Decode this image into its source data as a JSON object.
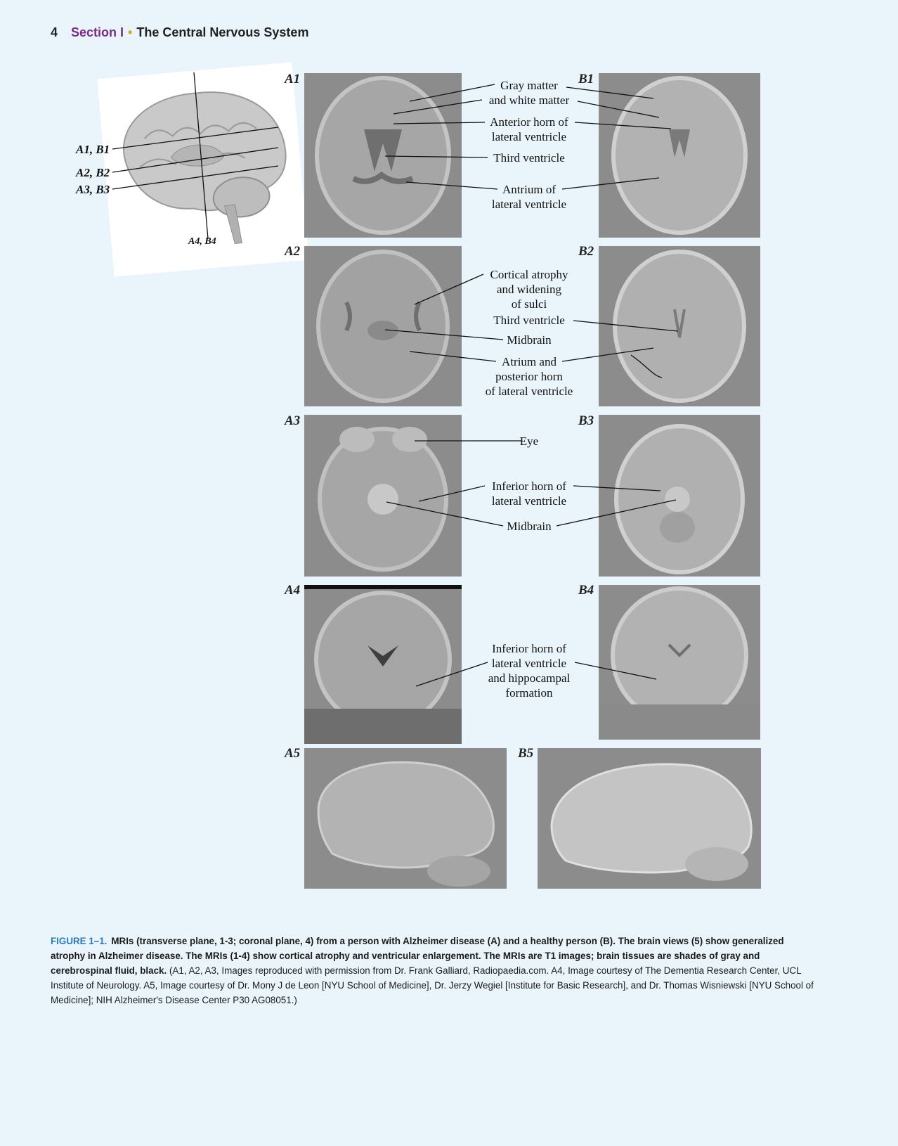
{
  "header": {
    "page_number": "4",
    "section": "Section I",
    "separator": "•",
    "chapter_title": "The Central Nervous System"
  },
  "inset": {
    "labels": [
      "A1, B1",
      "A2, B2",
      "A3, B3"
    ],
    "bottom_label": "A4, B4"
  },
  "panel_labels": {
    "A1": "A1",
    "B1": "B1",
    "A2": "A2",
    "B2": "B2",
    "A3": "A3",
    "B3": "B3",
    "A4": "A4",
    "B4": "B4",
    "A5": "A5",
    "B5": "B5"
  },
  "annotations": {
    "gray_white": [
      "Gray matter",
      "and white matter"
    ],
    "anterior_horn": [
      "Anterior horn of",
      "lateral ventricle"
    ],
    "third_ventricle_1": "Third ventricle",
    "antrium": [
      "Antrium of",
      "lateral ventricle"
    ],
    "cortical_atrophy": [
      "Cortical atrophy",
      "and widening",
      "of sulci"
    ],
    "third_ventricle_2": "Third ventricle",
    "midbrain_1": "Midbrain",
    "atrium_posterior": [
      "Atrium and",
      "posterior horn",
      "of lateral ventricle"
    ],
    "eye": "Eye",
    "inferior_horn": [
      "Inferior horn of",
      "lateral ventricle"
    ],
    "midbrain_2": "Midbrain",
    "inferior_horn_hippo": [
      "Inferior horn of",
      "lateral ventricle",
      "and hippocampal",
      "formation"
    ]
  },
  "caption": {
    "figure_label": "FIGURE 1–1.",
    "bold_text": "MRIs (transverse plane, 1-3; coronal plane, 4) from a person with Alzheimer disease (A) and a healthy person (B). The brain views (5) show generalized atrophy in Alzheimer disease. The MRIs (1-4) show cortical atrophy and ventricular enlargement. The MRIs are T1 images; brain tissues are shades of gray and cerebrospinal fluid, black.",
    "credit_text": "(A1, A2, A3, Images reproduced with permission from Dr. Frank Galliard, Radiopaedia.com. A4, Image courtesy of The Dementia Research Center, UCL Institute of Neurology. A5, Image courtesy of Dr. Mony J de Leon [NYU School of Medicine], Dr. Jerzy Wegiel [Institute for Basic Research], and Dr. Thomas Wisniewski [NYU School of Medicine]; NIH Alzheimer's Disease Center P30 AG08051.)"
  },
  "colors": {
    "section": "#7b2a8a",
    "separator": "#c9b21a",
    "figure_label": "#2a79bf",
    "background": "#eaf5fb",
    "panel": "#8c8c8c"
  }
}
